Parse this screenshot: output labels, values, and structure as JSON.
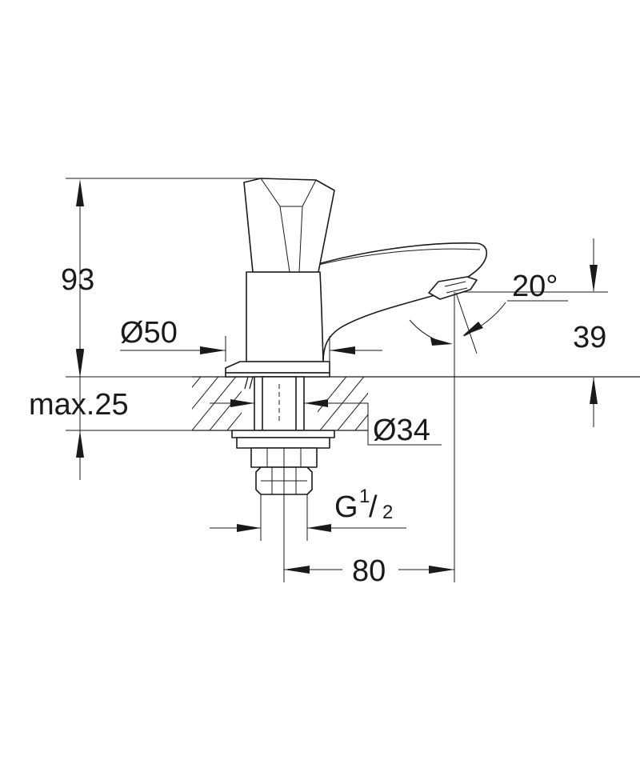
{
  "dimensions": {
    "height_overall": "93",
    "spout_height": "39",
    "diameter_base": "Ø50",
    "diameter_shank": "Ø34",
    "max_deck_thickness": "max.25",
    "angle": "20°",
    "projection": "80",
    "thread_prefix": "G",
    "thread_numerator": "1",
    "thread_slash": "/",
    "thread_denominator": "2"
  },
  "colors": {
    "line": "#1a1a1a",
    "background": "#ffffff"
  }
}
